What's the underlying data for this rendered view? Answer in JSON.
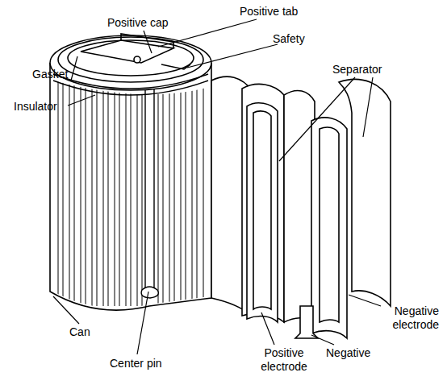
{
  "diagram": {
    "labels": [
      "Positive cap",
      "Positive tab",
      "Safety",
      "Gasket",
      "Insulator",
      "Separator",
      "Can",
      "Center pin",
      "Positive electrode",
      "Negative",
      "Negative electrode"
    ]
  }
}
